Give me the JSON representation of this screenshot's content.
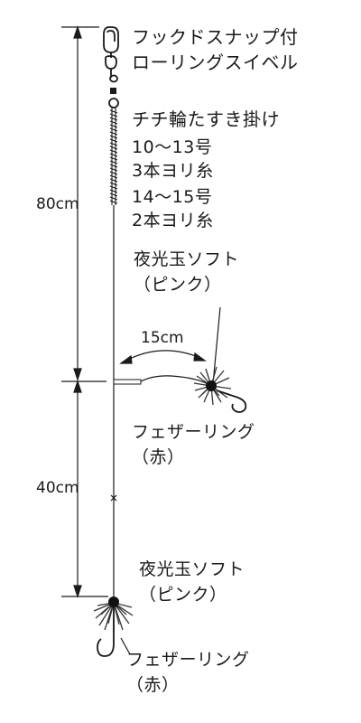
{
  "swivel": {
    "line1": "フックドスナップ付",
    "line2": "ローリングスイベル"
  },
  "chichiwa": {
    "title": "チチ輪たすき掛け",
    "spec1_size": "10〜13号",
    "spec1_twist": "3本ヨリ糸",
    "spec2_size": "14〜15号",
    "spec2_twist": "2本ヨリ糸"
  },
  "dimensions": {
    "upper_length": "80cm",
    "lower_length": "40cm",
    "branch_length": "15cm"
  },
  "upper_hook": {
    "bead_line1": "夜光玉ソフト",
    "bead_line2": "（ピンク）",
    "feather_line1": "フェザーリング",
    "feather_line2": "（赤）"
  },
  "lower_hook": {
    "bead_line1": "夜光玉ソフト",
    "bead_line2": "（ピンク）",
    "feather_line1": "フェザーリング",
    "feather_line2": "（赤）"
  },
  "colors": {
    "line": "#1a1a1a",
    "feather": "#3a3a3a",
    "bead": "#111111"
  }
}
